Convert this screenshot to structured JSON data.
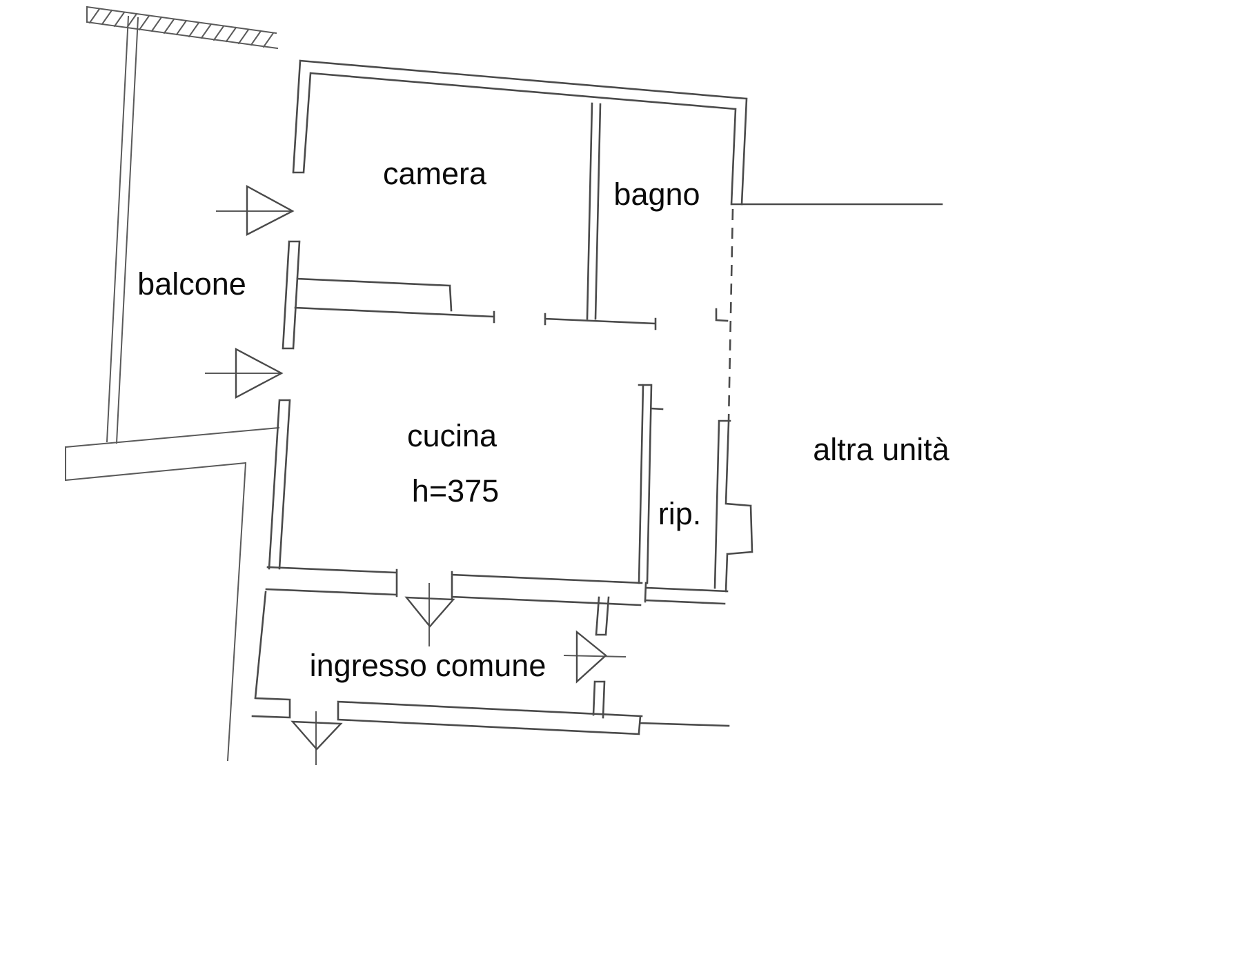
{
  "labels": {
    "camera": "camera",
    "bagno": "bagno",
    "balcone": "balcone",
    "cucina": "cucina",
    "cucina_height": "h=375",
    "rip": "rip.",
    "altra_unita": "altra unità",
    "ingresso_comune": "ingresso comune"
  },
  "colors": {
    "background": "#ffffff",
    "line": "#4a4a4a",
    "text": "#0a0a0a"
  }
}
